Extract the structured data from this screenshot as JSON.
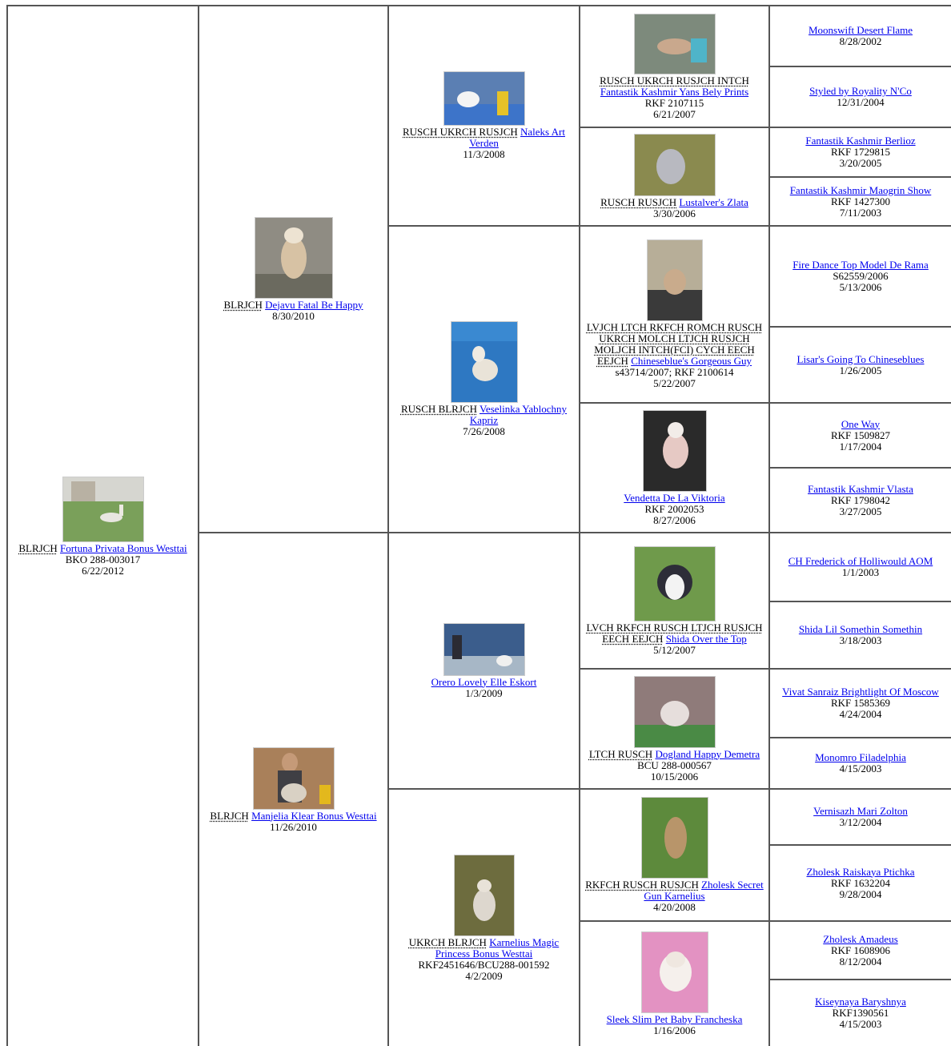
{
  "gen1": [
    {
      "titles": "BLRJCH",
      "name": "Fortuna Privata Bonus Westtai",
      "reg": "BKO 288-003017",
      "dob": "6/22/2012",
      "photo": "grass-dog-photo"
    }
  ],
  "gen2": [
    {
      "titles": "BLRJCH",
      "name": "Dejavu Fatal Be Happy",
      "reg": "",
      "dob": "8/30/2010",
      "photo": "show-dog-photo"
    },
    {
      "titles": "BLRJCH",
      "name": "Manjelia Klear Bonus Westtai",
      "reg": "",
      "dob": "11/26/2010",
      "photo": "handler-dog-photo"
    }
  ],
  "gen3": [
    {
      "titles": "RUSCH UKRCH RUSJCH",
      "name": "Naleks Art Verden",
      "reg": "",
      "dob": "11/3/2008",
      "photo": "podium-dog-photo"
    },
    {
      "titles": "RUSCH BLRJCH",
      "name": "Veselinka Yablochny Kapriz",
      "reg": "",
      "dob": "7/26/2008",
      "photo": "banner-dog-photo"
    },
    {
      "titles": "",
      "name": "Orero Lovely Elle Eskort",
      "reg": "",
      "dob": "1/3/2009",
      "photo": "ring-dog-photo"
    },
    {
      "titles": "UKRCH BLRJCH",
      "name": "Karnelius Magic Princess Bonus Westtai",
      "reg": "RKF2451646/BCU288-001592",
      "dob": "4/2/2009",
      "photo": "sitting-dog-photo"
    }
  ],
  "gen4": [
    {
      "titles": "RUSCH UKRCH RUSJCH INTCH",
      "name": "Fantastik Kashmir Yans Bely Prints",
      "reg": "RKF 2107115",
      "dob": "6/21/2007",
      "photo": "stacked-dog-photo"
    },
    {
      "titles": "RUSCH RUSJCH",
      "name": "Lustalver's Zlata",
      "reg": "",
      "dob": "3/30/2006",
      "photo": "field-dog-photo"
    },
    {
      "titles": "LVJCH LTCH RKFCH ROMCH RUSCH UKRCH MOLCH LTJCH RUSJCH MOLJCH INTCH(FCI) CYCH EECH EEJCH",
      "name": "Chineseblue's Gorgeous Guy",
      "reg": "s43714/2007; RKF 2100614",
      "dob": "5/22/2007",
      "photo": "table-dog-photo"
    },
    {
      "titles": "",
      "name": "Vendetta De La Viktoria",
      "reg": "RKF 2002053",
      "dob": "8/27/2006",
      "photo": "chair-dog-photo"
    },
    {
      "titles": "LVCH RKFCH RUSCH LTJCH RUSJCH EECH EEJCH",
      "name": "Shida Over the Top",
      "reg": "",
      "dob": "5/12/2007",
      "photo": "black-white-dog-photo"
    },
    {
      "titles": "LTCH RUSCH",
      "name": "Dogland Happy Demetra",
      "reg": "BCU 288-000567",
      "dob": "10/15/2006",
      "photo": "ring-stand-dog-photo"
    },
    {
      "titles": "RKFCH RUSCH RUSJCH",
      "name": "Zholesk Secret Gun Karnelius",
      "reg": "",
      "dob": "4/20/2008",
      "photo": "garden-dog-photo"
    },
    {
      "titles": "",
      "name": "Sleek Slim Pet Baby Francheska",
      "reg": "",
      "dob": "1/16/2006",
      "photo": "pink-dog-photo"
    }
  ],
  "gen5": [
    {
      "name": "Moonswift Desert Flame",
      "reg": "",
      "dob": "8/28/2002"
    },
    {
      "name": "Styled by Royality N'Co",
      "reg": "",
      "dob": "12/31/2004"
    },
    {
      "name": "Fantastik Kashmir Berlioz",
      "reg": "RKF 1729815",
      "dob": "3/20/2005"
    },
    {
      "name": "Fantastik Kashmir Maogrin Show",
      "reg": "RKF 1427300",
      "dob": "7/11/2003"
    },
    {
      "name": "Fire Dance Top Model De Rama",
      "reg": "S62559/2006",
      "dob": "5/13/2006"
    },
    {
      "name": "Lisar's Going To Chineseblues",
      "reg": "",
      "dob": "1/26/2005"
    },
    {
      "name": "One Way",
      "reg": "RKF 1509827",
      "dob": "1/17/2004"
    },
    {
      "name": "Fantastik Kashmir Vlasta",
      "reg": "RKF 1798042",
      "dob": "3/27/2005"
    },
    {
      "name": "CH Frederick of Holliwould AOM",
      "reg": "",
      "dob": "1/1/2003"
    },
    {
      "name": "Shida Lil Somethin Somethin",
      "reg": "",
      "dob": "3/18/2003"
    },
    {
      "name": "Vivat Sanraiz Brightlight Of Moscow",
      "reg": "RKF 1585369",
      "dob": "4/24/2004"
    },
    {
      "name": "Monomro Filadelphia",
      "reg": "",
      "dob": "4/15/2003"
    },
    {
      "name": "Vernisazh Mari Zolton",
      "reg": "",
      "dob": "3/12/2004"
    },
    {
      "name": "Zholesk Raiskaya Ptichka",
      "reg": "RKF 1632204",
      "dob": "9/28/2004"
    },
    {
      "name": "Zholesk Amadeus",
      "reg": "RKF 1608906",
      "dob": "8/12/2004"
    },
    {
      "name": "Kiseynaya Baryshnya",
      "reg": "RKF1390561",
      "dob": "4/15/2003"
    }
  ]
}
